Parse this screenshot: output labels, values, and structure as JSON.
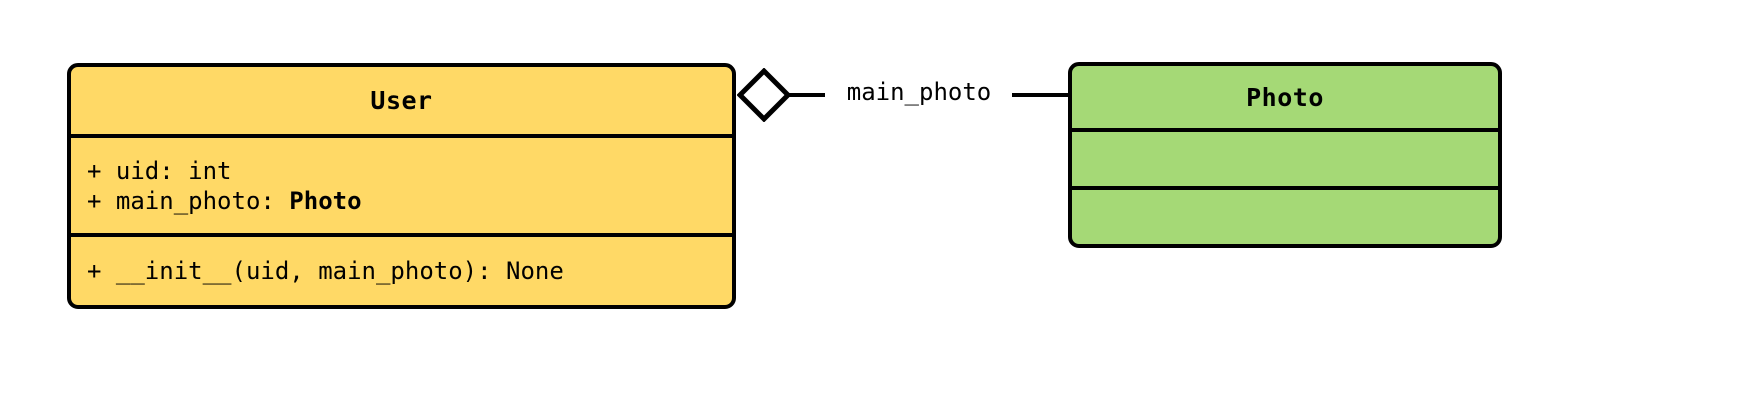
{
  "diagram": {
    "kind": "uml-class-diagram",
    "background_color": "#ffffff",
    "stroke_color": "#000000"
  },
  "classes": [
    {
      "name": "User",
      "fill_color": "#ffd966",
      "attributes": [
        {
          "visibility": "+",
          "text": "+ uid: int",
          "prefix": "+ uid: ",
          "type": "int",
          "type_bold": false
        },
        {
          "visibility": "+",
          "text": "+ main_photo: Photo",
          "prefix": "+ main_photo: ",
          "type": "Photo",
          "type_bold": true
        }
      ],
      "methods": [
        {
          "visibility": "+",
          "text": "+ __init__(uid, main_photo): None"
        }
      ]
    },
    {
      "name": "Photo",
      "fill_color": "#a5d976",
      "attributes": [],
      "methods": []
    }
  ],
  "relationship": {
    "type": "aggregation",
    "label": "main_photo",
    "source": "User",
    "target": "Photo",
    "diamond_fill": "#ffffff",
    "diamond_stroke": "#000000"
  }
}
